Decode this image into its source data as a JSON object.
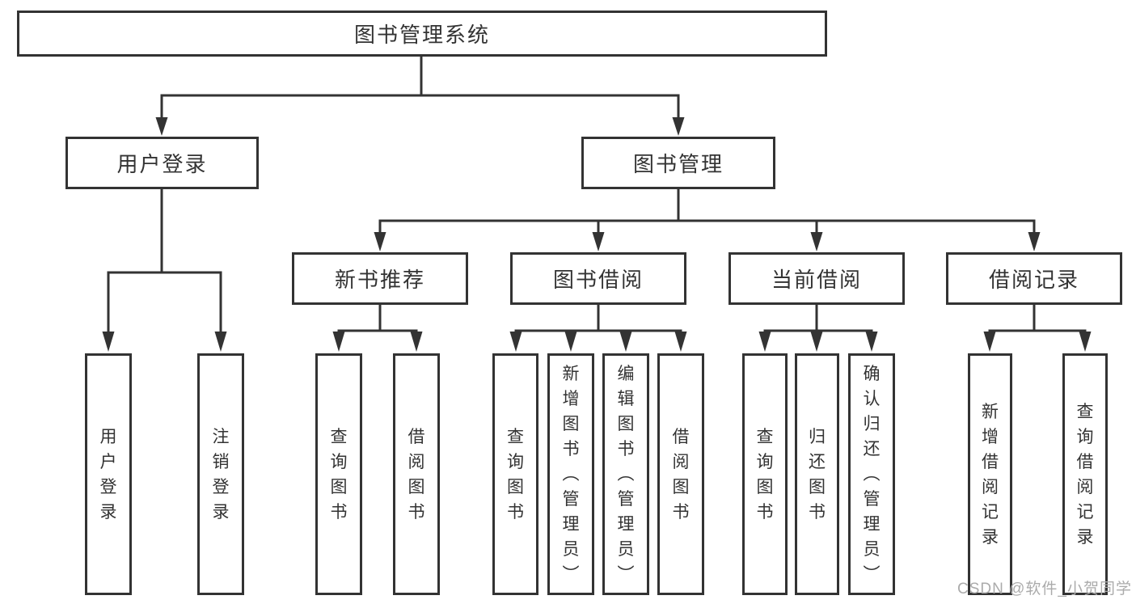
{
  "tree": {
    "label": "图书管理系统",
    "children": [
      {
        "label": "用户登录",
        "children": [
          {
            "label": "用户登录"
          },
          {
            "label": "注销登录"
          }
        ]
      },
      {
        "label": "图书管理",
        "children": [
          {
            "label": "新书推荐",
            "children": [
              {
                "label": "查询图书"
              },
              {
                "label": "借阅图书"
              }
            ]
          },
          {
            "label": "图书借阅",
            "children": [
              {
                "label": "查询图书"
              },
              {
                "label": "新增图书（管理员）"
              },
              {
                "label": "编辑图书（管理员）"
              },
              {
                "label": "借阅图书"
              }
            ]
          },
          {
            "label": "当前借阅",
            "children": [
              {
                "label": "查询图书"
              },
              {
                "label": "归还图书"
              },
              {
                "label": "确认归还（管理员）"
              }
            ]
          },
          {
            "label": "借阅记录",
            "children": [
              {
                "label": "新增借阅记录"
              },
              {
                "label": "查询借阅记录"
              }
            ]
          }
        ]
      }
    ]
  },
  "watermark": {
    "text": "CSDN @软件_小贺同学"
  },
  "colors": {
    "line": "#333333",
    "watermark": "#ababab"
  }
}
